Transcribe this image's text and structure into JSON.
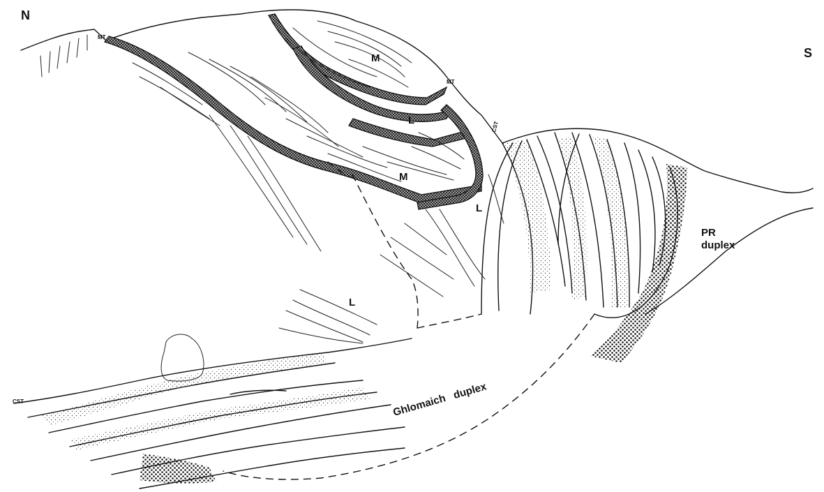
{
  "labels": {
    "north": "N",
    "south": "S",
    "mt_left": "MT",
    "mt_right": "MT",
    "cst_upper": "CST",
    "cst_lower": "CST",
    "m_upper": "M",
    "m_lower": "M",
    "l_fold": "L",
    "l_mid": "L",
    "l_lower": "L",
    "pr_duplex_line1": "PR",
    "pr_duplex_line2": "duplex",
    "ghlomaich_duplex": "Ghlomaich   duplex"
  }
}
